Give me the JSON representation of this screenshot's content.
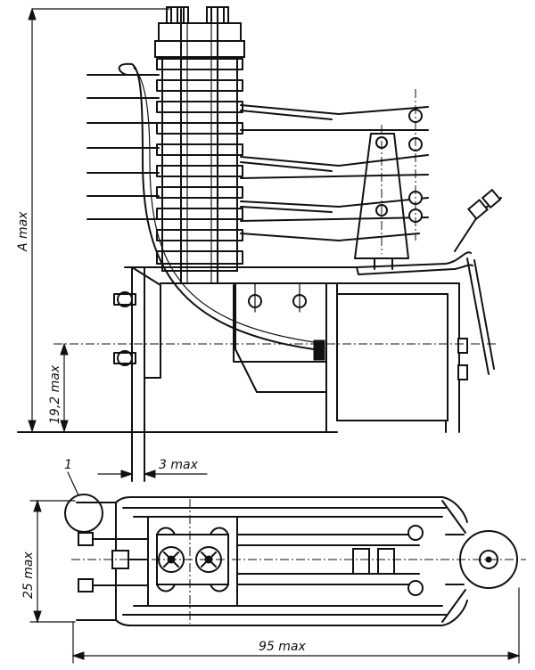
{
  "labels": {
    "dim_a": "A max",
    "dim_height": "19,2 max",
    "dim_offset": "3 max",
    "callout": "1",
    "dim_width": "25 max",
    "dim_length": "95 max"
  }
}
